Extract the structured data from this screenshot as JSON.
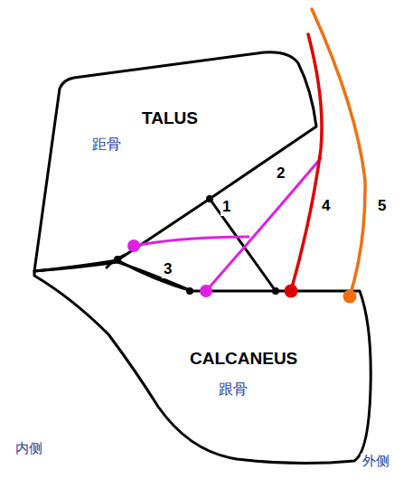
{
  "diagram": {
    "labels": [
      "TALUS",
      "距骨",
      "CALCANEUS",
      "跟骨",
      "1",
      "2",
      "3",
      "4",
      "5",
      "内侧",
      "外侧"
    ]
  }
}
